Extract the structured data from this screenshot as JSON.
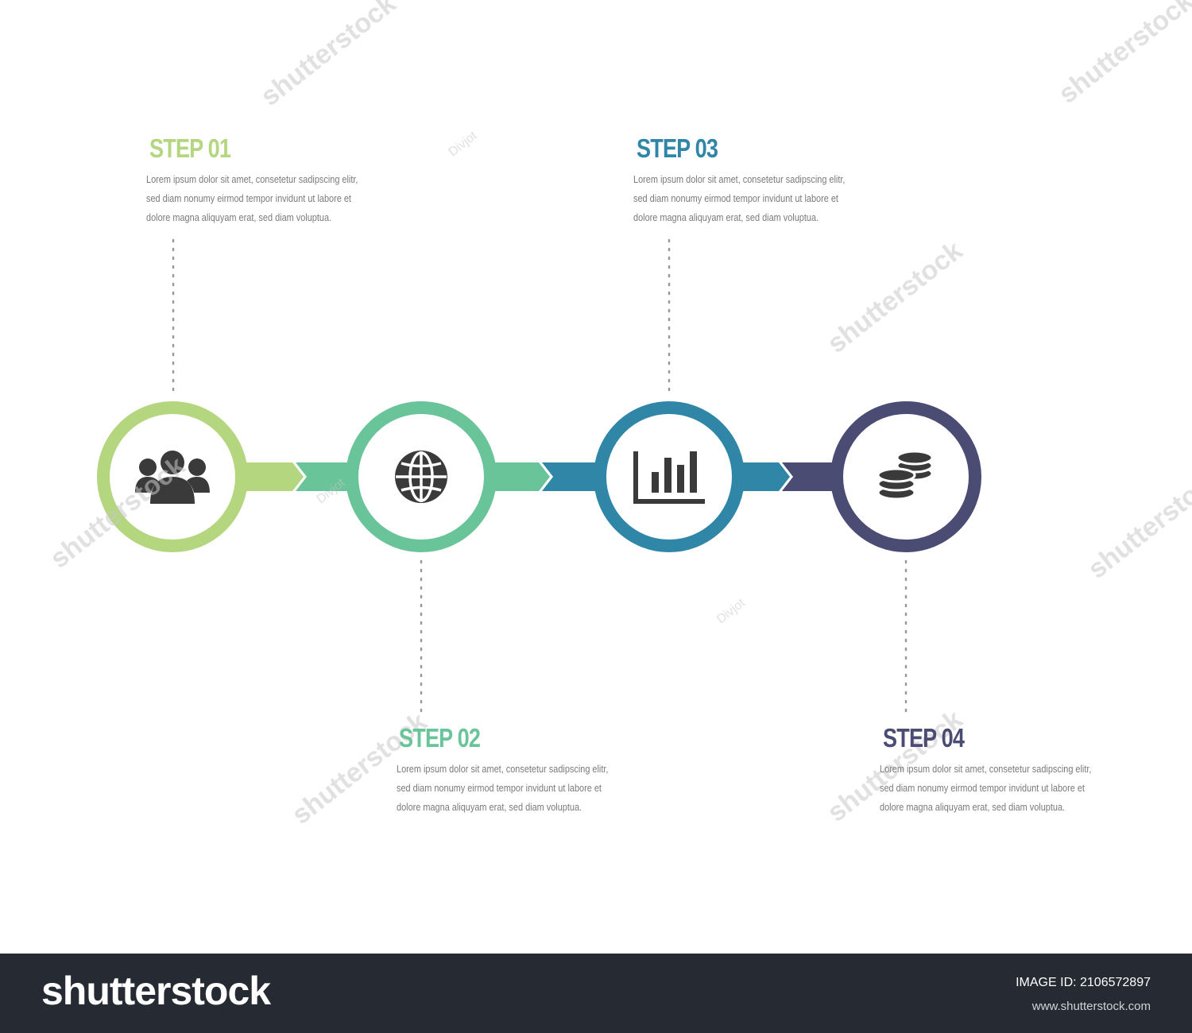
{
  "colors": {
    "step1": "#b3d67f",
    "step2": "#69c49a",
    "step3": "#2f86a6",
    "step4": "#4a4c74",
    "icon": "#3a3a3a",
    "dots": "#999999",
    "footer_bg": "#262a33"
  },
  "steps": [
    {
      "title": "STEP 01",
      "icon": "people-group-icon",
      "desc_lines": [
        "Lorem ipsum dolor sit amet, consetetur sadipscing elitr,",
        "sed diam nonumy eirmod tempor invidunt ut labore et",
        "dolore magna aliquyam erat, sed diam voluptua."
      ]
    },
    {
      "title": "STEP 02",
      "icon": "globe-icon",
      "desc_lines": [
        "Lorem ipsum dolor sit amet, consetetur sadipscing elitr,",
        "sed diam nonumy eirmod tempor invidunt ut labore et",
        "dolore magna aliquyam erat, sed diam voluptua."
      ]
    },
    {
      "title": "STEP 03",
      "icon": "bar-chart-icon",
      "desc_lines": [
        "Lorem ipsum dolor sit amet, consetetur sadipscing elitr,",
        "sed diam nonumy eirmod tempor invidunt ut labore et",
        "dolore magna aliquyam erat, sed diam voluptua."
      ]
    },
    {
      "title": "STEP 04",
      "icon": "coins-icon",
      "desc_lines": [
        "Lorem ipsum dolor sit amet, consetetur sadipscing elitr,",
        "sed diam nonumy eirmod tempor invidunt ut labore et",
        "dolore magna aliquyam erat, sed diam voluptua."
      ]
    }
  ],
  "watermarks": {
    "author": "Divjot",
    "brand": "shutterstock"
  },
  "footer": {
    "logo": "shutterstock",
    "image_id": "IMAGE ID: 2106572897",
    "url": "www.shutterstock.com"
  }
}
